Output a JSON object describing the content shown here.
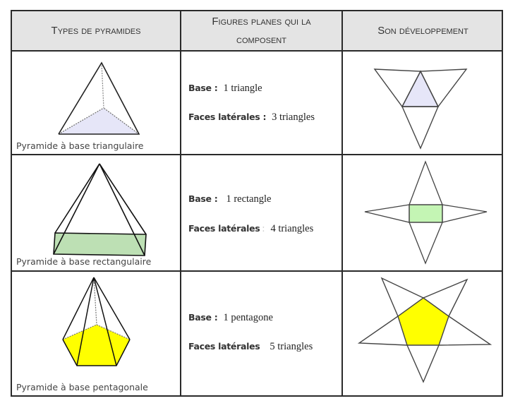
{
  "header": {
    "col1": "Types de pyramides",
    "col2_line1": "Figures planes qui la",
    "col2_line2": "composent",
    "col3": "Son développement"
  },
  "rows": [
    {
      "caption": "Pyramide à base triangulaire",
      "base_label": "Base :",
      "base_value": "1 triangle",
      "faces_label": "Faces latérales :",
      "faces_value": "3 triangles",
      "base_color": "#e6e6f8",
      "icon": "triangular-pyramid"
    },
    {
      "caption": "Pyramide à base rectangulaire",
      "base_label": "Base :",
      "base_value": "1 rectangle",
      "faces_label": "Faces latérales",
      "faces_sep": ":",
      "faces_value": "4 triangles",
      "base_color": "#bde0b4",
      "net_color": "#c4f5b4",
      "icon": "rectangular-pyramid"
    },
    {
      "caption": "Pyramide à base pentagonale",
      "base_label": "Base :",
      "base_value": "1 pentagone",
      "faces_label": "Faces latérales",
      "faces_value": "5 triangles",
      "base_color": "#ffff00",
      "icon": "pentagonal-pyramid"
    }
  ]
}
